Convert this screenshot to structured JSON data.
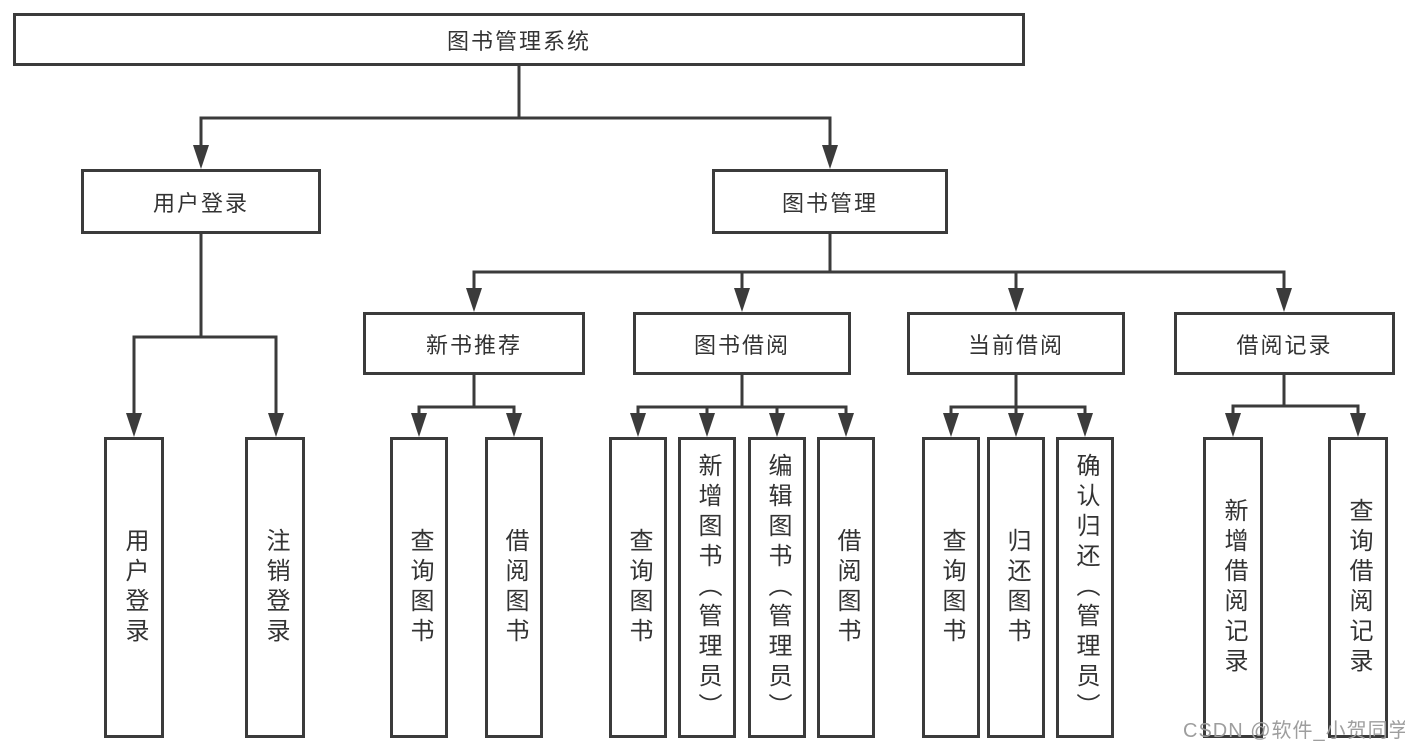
{
  "colors": {
    "line": "#3b3b3b",
    "text": "#333333",
    "background": "#ffffff",
    "watermark": "#9e9e9e"
  },
  "diagram": {
    "root": "图书管理系统",
    "branches": [
      {
        "label": "用户登录",
        "leaves": [
          "用户登录",
          "注销登录"
        ]
      },
      {
        "label": "图书管理",
        "groups": [
          {
            "label": "新书推荐",
            "leaves": [
              "查询图书",
              "借阅图书"
            ]
          },
          {
            "label": "图书借阅",
            "leaves": [
              "查询图书",
              "新增图书（管理员）",
              "编辑图书（管理员）",
              "借阅图书"
            ]
          },
          {
            "label": "当前借阅",
            "leaves": [
              "查询图书",
              "归还图书",
              "确认归还（管理员）"
            ]
          },
          {
            "label": "借阅记录",
            "leaves": [
              "新增借阅记录",
              "查询借阅记录"
            ]
          }
        ]
      }
    ]
  },
  "watermark": "CSDN @软件_小贺同学"
}
